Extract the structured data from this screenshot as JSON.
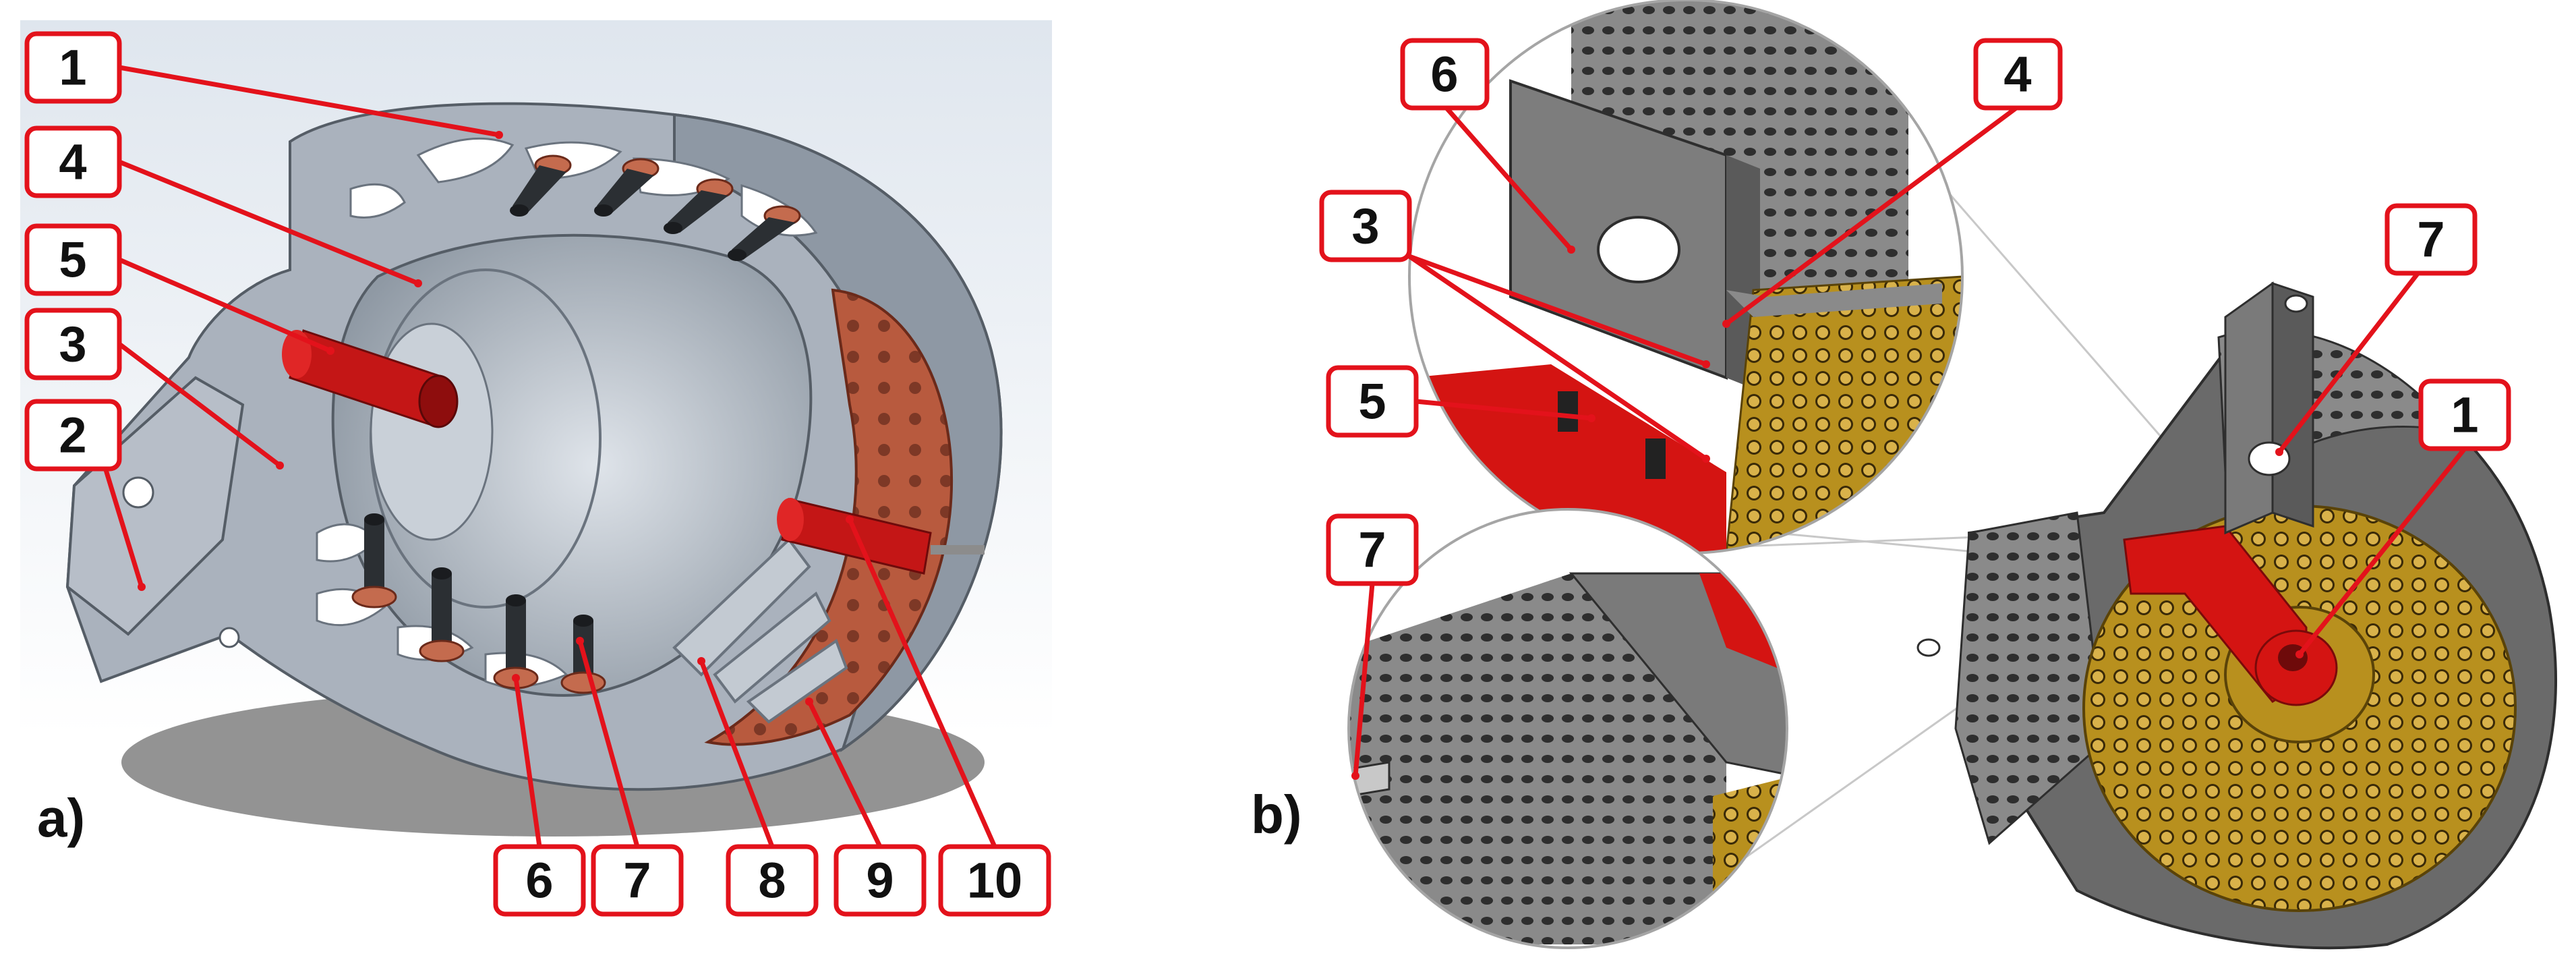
{
  "colors": {
    "callout_red": "#e3121b",
    "gray_body": "#9aa4b0",
    "copper": "#b85a3e",
    "ochre_mesh": "#b8901e",
    "red_part": "#d41412"
  },
  "panel_a": {
    "label": "a)",
    "callouts": [
      "1",
      "4",
      "5",
      "3",
      "2",
      "6",
      "7",
      "8",
      "9",
      "10"
    ]
  },
  "panel_b": {
    "label": "b)",
    "callouts": [
      "6",
      "4",
      "3",
      "5",
      "7",
      "7",
      "1"
    ]
  }
}
